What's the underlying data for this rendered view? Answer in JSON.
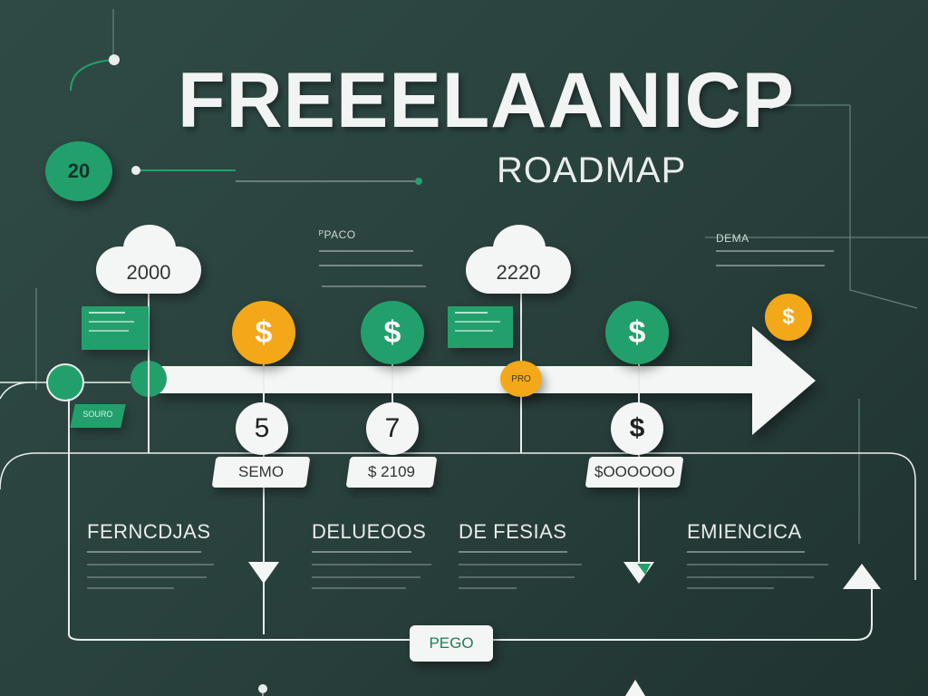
{
  "header": {
    "title": "FREEELAANICP",
    "subtitle": "ROADMAP",
    "corner_tags": [
      "",
      ""
    ]
  },
  "badge_20": "20",
  "clouds": [
    "2000",
    "2220"
  ],
  "side_notes": {
    "left_heading": "ᴾPACO",
    "right_heading": "DEMA"
  },
  "dollar_icons": [
    "$",
    "$",
    "$",
    "$"
  ],
  "numbers": [
    "5",
    "7"
  ],
  "number_dollar": "$",
  "pills": [
    "SEMO",
    "$ 2109",
    "$OOOOOO"
  ],
  "left_badge": "SOURO",
  "orange_marker": "PRO",
  "sections": [
    {
      "heading": "FERNCDJAS"
    },
    {
      "heading": "DELUEOOS"
    },
    {
      "heading": "DE FESIAS"
    },
    {
      "heading": "EMIENCICA"
    }
  ],
  "footer_button": "PEGO",
  "colors": {
    "background": "#2a423e",
    "accent_green": "#22a06b",
    "accent_orange": "#f2a818",
    "panel": "#f4f6f5"
  }
}
